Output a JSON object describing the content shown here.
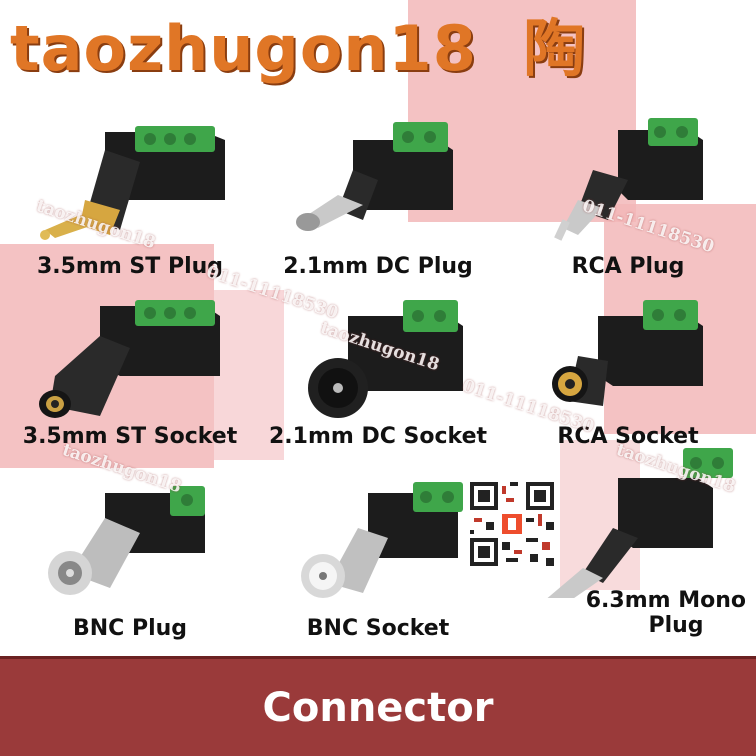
{
  "header": {
    "title": "taozhugon18",
    "glyph": "陶"
  },
  "items": [
    {
      "label": "3.5mm ST Plug"
    },
    {
      "label": "2.1mm DC Plug"
    },
    {
      "label": "RCA Plug"
    },
    {
      "label": "3.5mm ST Socket"
    },
    {
      "label": "2.1mm DC Socket"
    },
    {
      "label": "RCA Socket"
    },
    {
      "label": "BNC Plug"
    },
    {
      "label": "BNC Socket"
    },
    {
      "label_line1": "6.3mm Mono",
      "label_line2": "Plug"
    }
  ],
  "watermarks": {
    "shop": "taozhugon18",
    "phone": "011-11118530"
  },
  "footer": {
    "text": "Connector"
  },
  "colors": {
    "title": "#e07626",
    "footer": "#9a3a3a",
    "terminal_green": "#3fa64a",
    "body_black": "#1c1c1c",
    "metal": "#c9c9c9",
    "gold": "#d6a640",
    "pink_bg": "#f2b7b9"
  }
}
